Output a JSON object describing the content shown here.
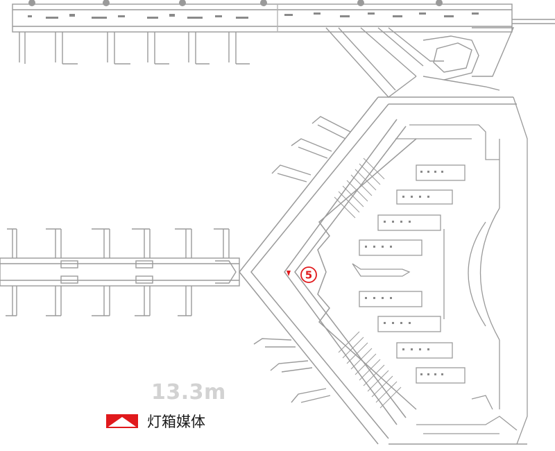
{
  "map": {
    "scale_text": "13.3m",
    "marker": {
      "number": "5",
      "color": "#e0191c"
    },
    "legend": {
      "label": "灯箱媒体",
      "swatch_color": "#e0191c"
    },
    "line_color": "#9a9a9a"
  }
}
